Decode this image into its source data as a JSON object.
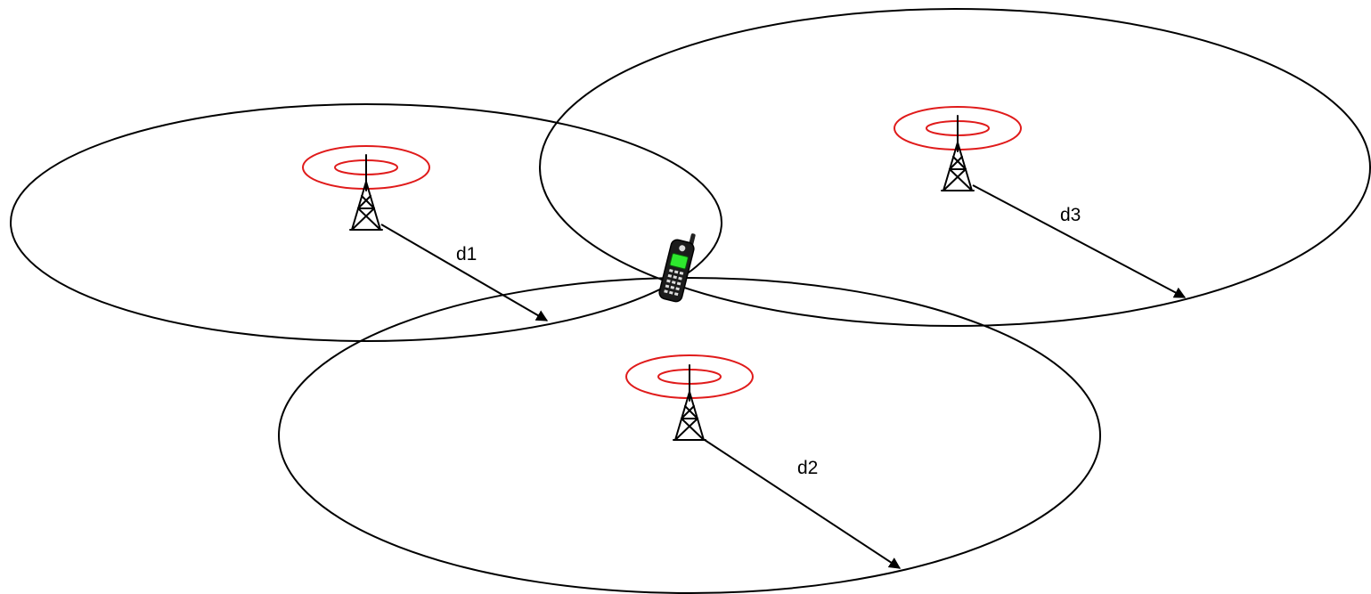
{
  "colors": {
    "coverage": "#000000",
    "signal": "#e01b1b",
    "tower": "#000000",
    "phone_screen": "#2ee82e"
  },
  "icons": {
    "tower": "cell-tower-icon",
    "phone": "mobile-phone-icon"
  },
  "towers": [
    {
      "id": "tower-1",
      "distance_label": "d1"
    },
    {
      "id": "tower-2",
      "distance_label": "d2"
    },
    {
      "id": "tower-3",
      "distance_label": "d3"
    }
  ]
}
